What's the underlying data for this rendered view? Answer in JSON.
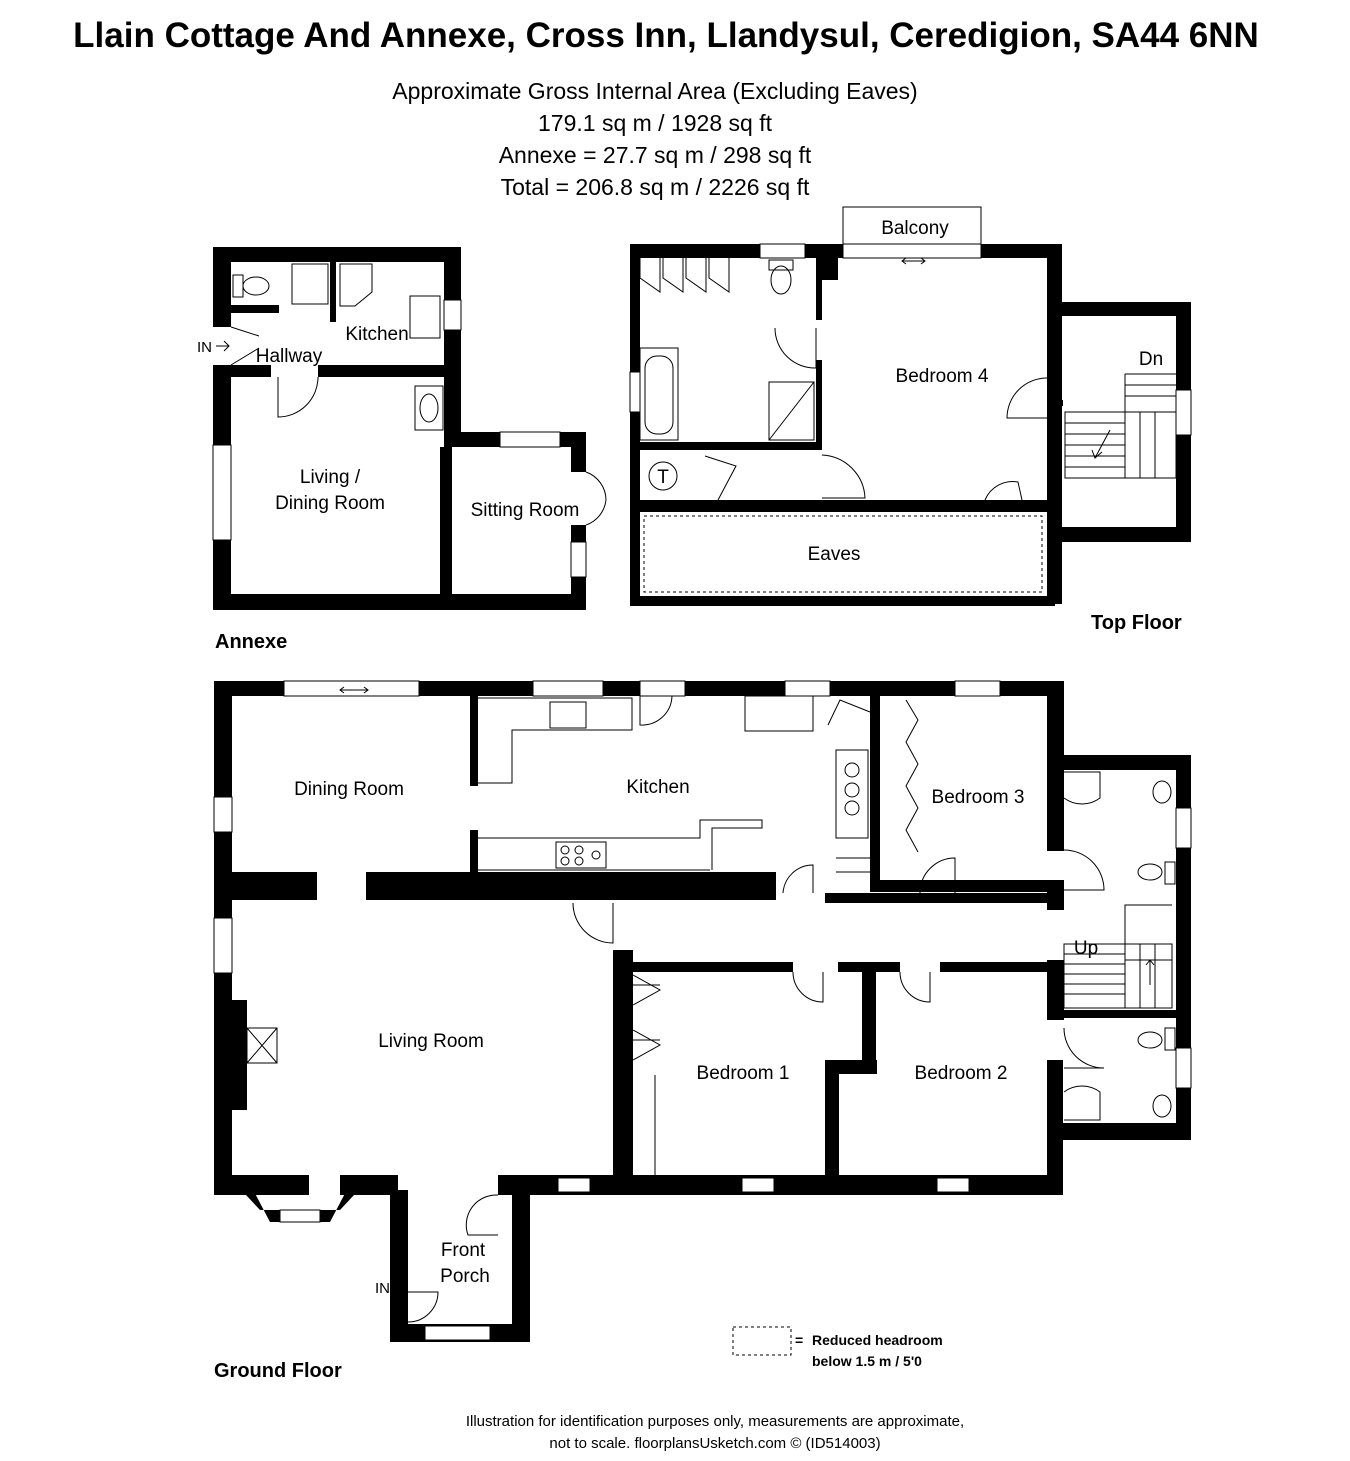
{
  "header": {
    "title": "Llain Cottage And Annexe, Cross Inn, Llandysul, Ceredigion, SA44 6NN",
    "area_heading": "Approximate Gross Internal Area (Excluding Eaves)",
    "area_main": "179.1 sq m / 1928 sq ft",
    "area_annexe": "Annexe = 27.7 sq m / 298 sq ft",
    "area_total": "Total = 206.8 sq m / 2226 sq ft"
  },
  "floors": {
    "annexe": "Annexe",
    "top": "Top Floor",
    "ground": "Ground Floor"
  },
  "annexe_rooms": {
    "kitchen": "Kitchen",
    "hallway": "Hallway",
    "living_line1": "Living /",
    "living_line2": "Dining Room",
    "sitting": "Sitting Room",
    "entrance": "IN"
  },
  "top_rooms": {
    "balcony": "Balcony",
    "bedroom4": "Bedroom 4",
    "down": "Dn",
    "tank": "T",
    "eaves": "Eaves"
  },
  "ground_rooms": {
    "dining": "Dining Room",
    "kitchen": "Kitchen",
    "bedroom3": "Bedroom 3",
    "up": "Up",
    "living": "Living Room",
    "bedroom1": "Bedroom 1",
    "bedroom2": "Bedroom 2",
    "porch_line1": "Front",
    "porch_line2": "Porch",
    "entrance": "IN"
  },
  "legend": {
    "equals": "=",
    "line1": "Reduced headroom",
    "line2": "below 1.5 m / 5'0"
  },
  "footer": {
    "line1": "Illustration for identification purposes only, measurements are approximate,",
    "line2": "not to scale. floorplansUsketch.com © (ID514003)"
  }
}
